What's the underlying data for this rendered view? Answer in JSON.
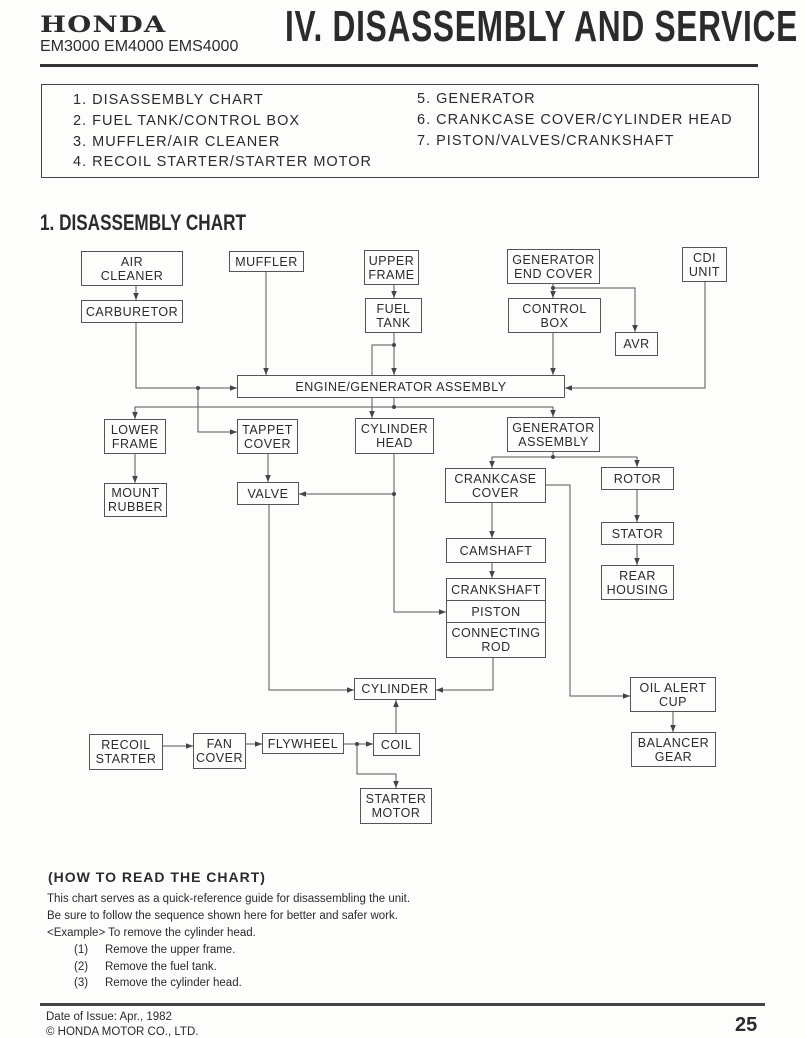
{
  "header": {
    "brand": "HONDA",
    "models": "EM3000 EM4000 EMS4000",
    "title": "IV. DISASSEMBLY AND SERVICE"
  },
  "toc": [
    "1.  DISASSEMBLY CHART",
    "2.  FUEL TANK/CONTROL BOX",
    "3.  MUFFLER/AIR CLEANER",
    "4.  RECOIL STARTER/STARTER MOTOR",
    "5.  GENERATOR",
    "6.  CRANKCASE COVER/CYLINDER HEAD",
    "7.  PISTON/VALVES/CRANKSHAFT"
  ],
  "section_title": "1. DISASSEMBLY CHART",
  "diagram": {
    "nodes": [
      "AIR\nCLEANER",
      "CARBURETOR",
      "MUFFLER",
      "UPPER\nFRAME",
      "FUEL\nTANK",
      "GENERATOR\nEND COVER",
      "CONTROL\nBOX",
      "AVR",
      "CDI\nUNIT",
      "ENGINE/GENERATOR ASSEMBLY",
      "LOWER\nFRAME",
      "TAPPET\nCOVER",
      "CYLINDER\nHEAD",
      "GENERATOR\nASSEMBLY",
      "CRANKCASE\nCOVER",
      "ROTOR",
      "MOUNT\nRUBBER",
      "VALVE",
      "STATOR",
      "CAMSHAFT",
      "CRANKSHAFT",
      "PISTON",
      "CONNECTING\nROD",
      "REAR\nHOUSING",
      "CYLINDER",
      "OIL ALERT\nCUP",
      "BALANCER\nGEAR",
      "RECOIL\nSTARTER",
      "FAN\nCOVER",
      "FLYWHEEL",
      "COIL",
      "STARTER\nMOTOR"
    ]
  },
  "howto": {
    "heading": "(HOW TO READ THE CHART)",
    "lines": [
      "This chart serves as a quick-reference guide for disassembling the unit.",
      "Be sure to follow the sequence shown here for better and safer work.",
      "<Example> To remove the cylinder head."
    ],
    "steps": [
      {
        "num": "(1)",
        "text": "Remove the upper frame."
      },
      {
        "num": "(2)",
        "text": "Remove the fuel tank."
      },
      {
        "num": "(3)",
        "text": "Remove the cylinder head."
      }
    ]
  },
  "footer": {
    "date": "Date of Issue: Apr., 1982",
    "copyright": "© HONDA MOTOR CO., LTD.",
    "page": "25"
  }
}
